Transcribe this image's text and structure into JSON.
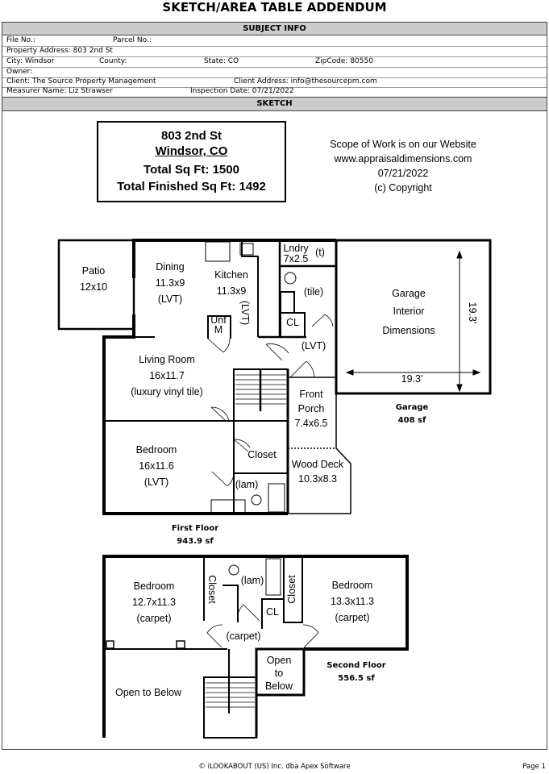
{
  "title": "SKETCH/AREA TABLE ADDENDUM",
  "subject_header": "SUBJECT INFO",
  "subject": {
    "file_no": "File No.:",
    "parcel_no": "Parcel No.:",
    "property_address": "Property Address: 803 2nd St",
    "city": "City: Windsor",
    "county": "County:",
    "state": "State: CO",
    "zip": "ZipCode: 80550",
    "owner": "Owner:",
    "client": "Client: The Source Property Management",
    "client_address": "Client Address: info@thesourcepm.com",
    "measurer": "Measurer Name: Liz Strawser",
    "inspection_date": "Inspection Date: 07/21/2022"
  },
  "sketch_header": "SKETCH",
  "summary": {
    "street": "803 2nd St",
    "city": "Windsor, CO",
    "total": "Total Sq Ft: 1500",
    "finished": "Total Finished Sq Ft: 1492"
  },
  "scope": [
    "Scope of Work is on our Website",
    "www.appraisaldimensions.com",
    "07/21/2022",
    "(c) Copyright"
  ],
  "first_floor": {
    "rooms": {
      "patio": [
        "Patio",
        "12x10"
      ],
      "dining": [
        "Dining",
        "11.3x9",
        "(LVT)"
      ],
      "kitchen": [
        "Kitchen",
        "11.3x9",
        "(LVT)"
      ],
      "unf": [
        "Unf",
        "M"
      ],
      "laundry": [
        "Lndry",
        "7x2.5",
        "(t)"
      ],
      "bath_tile": "(tile)",
      "cl": "CL",
      "hall_lvt": "(LVT)",
      "garage": [
        "Garage",
        "Interior",
        "Dimensions"
      ],
      "garage_dim_h": "19.3'",
      "garage_dim_v": "19.3'",
      "living": [
        "Living Room",
        "16x11.7",
        "(luxury vinyl tile)"
      ],
      "porch": [
        "Front",
        "Porch",
        "7.4x6.5"
      ],
      "bedroom": [
        "Bedroom",
        "16x11.6",
        "(LVT)"
      ],
      "closet": "Closet",
      "bath_lam": "(lam)",
      "deck": [
        "Wood Deck",
        "10.3x8.3"
      ]
    },
    "garage_area": [
      "Garage",
      "408 sf"
    ],
    "floor_area": [
      "First Floor",
      "943.9 sf"
    ]
  },
  "second_floor": {
    "rooms": {
      "bedroom1": [
        "Bedroom",
        "12.7x11.3",
        "(carpet)"
      ],
      "closet1": "Closet",
      "lam": "(lam)",
      "closet2": "Closet",
      "cl": "CL",
      "bedroom2": [
        "Bedroom",
        "13.3x11.3",
        "(carpet)"
      ],
      "hall": "(carpet)",
      "open1": "Open to Below",
      "open2": [
        "Open",
        "to",
        "Below"
      ]
    },
    "floor_area": [
      "Second Floor",
      "556.5 sf"
    ]
  },
  "footer": {
    "copyright": "© iLOOKABOUT (US) Inc. dba Apex Software",
    "page": "Page 1"
  }
}
